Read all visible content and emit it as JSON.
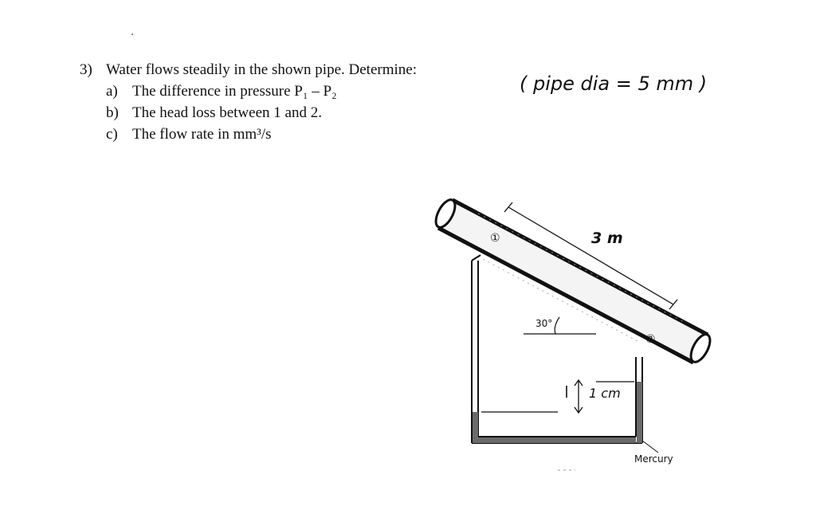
{
  "problem": {
    "number": "3)",
    "statement": "Water flows steadily in the shown pipe. Determine:",
    "items": [
      {
        "label": "a)",
        "text": "The difference in pressure P₁ – P₂"
      },
      {
        "label": "b)",
        "text": "The head loss between 1 and 2."
      },
      {
        "label": "c)",
        "text": "The flow rate in mm³/s"
      }
    ]
  },
  "handwritten_note": "( pipe dia = 5 mm )",
  "diagram": {
    "point_1": "①",
    "point_2": "②",
    "length_label": "3 m",
    "angle_label": "30°",
    "height_label": "1 cm",
    "fluid_label": "Mercury"
  },
  "colors": {
    "ink": "#111111",
    "mercury": "#6b6b6b",
    "pipe_fill": "#f2f2f2"
  }
}
